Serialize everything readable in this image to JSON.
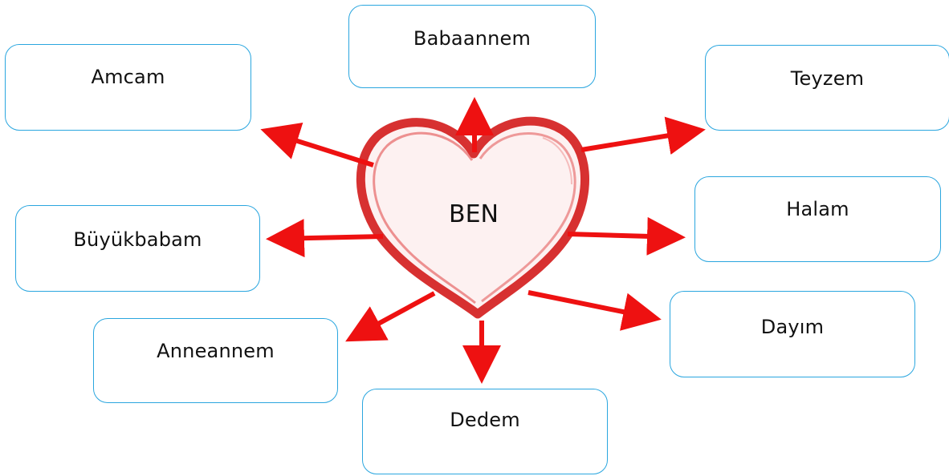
{
  "center": {
    "label": "BEN"
  },
  "relatives": {
    "babaannem": "Babaannem",
    "amcam": "Amcam",
    "teyzem": "Teyzem",
    "buyukbabam": "Büyükbabam",
    "halam": "Halam",
    "anneannem": "Anneannem",
    "dayim": "Dayım",
    "dedem": "Dedem"
  },
  "colors": {
    "arrow": "#ee1111",
    "box_border": "#2aa6df",
    "heart": "#d42020"
  }
}
